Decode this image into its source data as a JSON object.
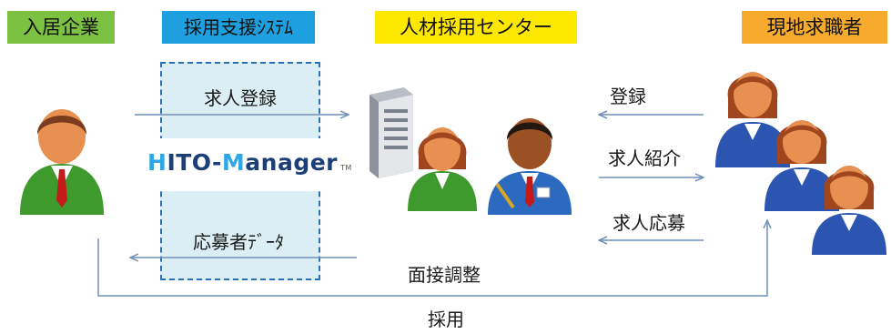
{
  "headers": {
    "company": "入居企業",
    "system": "採用支援ｼｽﾃﾑ",
    "center": "人材採用センター",
    "seekers": "現地求職者"
  },
  "logo": {
    "h": "H",
    "ito": "ITO-",
    "m": "M",
    "anager": "anager",
    "tm": "TM"
  },
  "flows": {
    "job_registration": "求人登録",
    "applicant_data": "応募者ﾃﾞｰﾀ",
    "interview": "面接調整",
    "hiring": "採用",
    "registration": "登録",
    "job_referral": "求人紹介",
    "job_application": "求人応募"
  },
  "colors": {
    "green_tag": "#7dc142",
    "blue_tag": "#1ea0e0",
    "yellow_tag": "#ffe800",
    "orange_tag": "#f6ab2e",
    "arrow": "#6f8fb8",
    "dashed_box": "#2d6fb3"
  }
}
